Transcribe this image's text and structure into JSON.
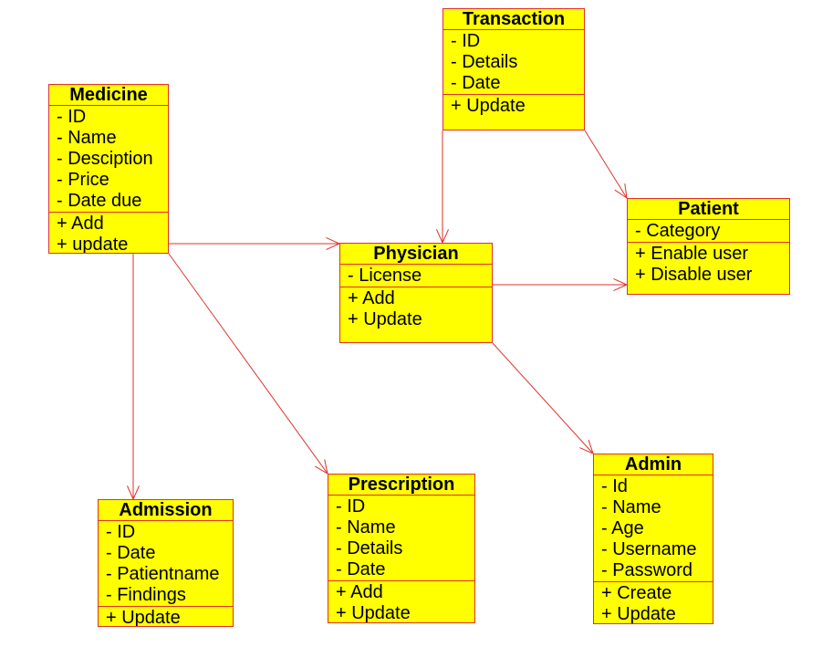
{
  "diagram": {
    "classes": {
      "transaction": {
        "name": "Transaction",
        "attributes": [
          "- ID",
          "- Details",
          "- Date"
        ],
        "operations": [
          "+ Update"
        ]
      },
      "medicine": {
        "name": "Medicine",
        "attributes": [
          "- ID",
          "- Name",
          "- Desciption",
          "- Price",
          "- Date due"
        ],
        "operations": [
          "+ Add",
          "+ update"
        ]
      },
      "patient": {
        "name": "Patient",
        "attributes": [
          "- Category"
        ],
        "operations": [
          "+ Enable user",
          "+ Disable user"
        ]
      },
      "physician": {
        "name": "Physician",
        "attributes": [
          "- License"
        ],
        "operations": [
          "+ Add",
          "+ Update"
        ]
      },
      "admission": {
        "name": "Admission",
        "attributes": [
          "- ID",
          "- Date",
          "- Patientname",
          "- Findings"
        ],
        "operations": [
          "+ Update"
        ]
      },
      "prescription": {
        "name": "Prescription",
        "attributes": [
          "- ID",
          "- Name",
          "- Details",
          "- Date"
        ],
        "operations": [
          "+ Add",
          "+ Update"
        ]
      },
      "admin": {
        "name": "Admin",
        "attributes": [
          "- Id",
          "- Name",
          "- Age",
          "- Username",
          "- Password"
        ],
        "operations": [
          "+ Create",
          "+ Update"
        ]
      }
    },
    "edge_color": "#e0302a",
    "box_fill": "#ffff00",
    "relations": [
      [
        "medicine",
        "physician"
      ],
      [
        "medicine",
        "admission"
      ],
      [
        "medicine",
        "prescription"
      ],
      [
        "transaction",
        "physician"
      ],
      [
        "transaction",
        "patient"
      ],
      [
        "physician",
        "patient"
      ],
      [
        "physician",
        "admin"
      ]
    ]
  }
}
